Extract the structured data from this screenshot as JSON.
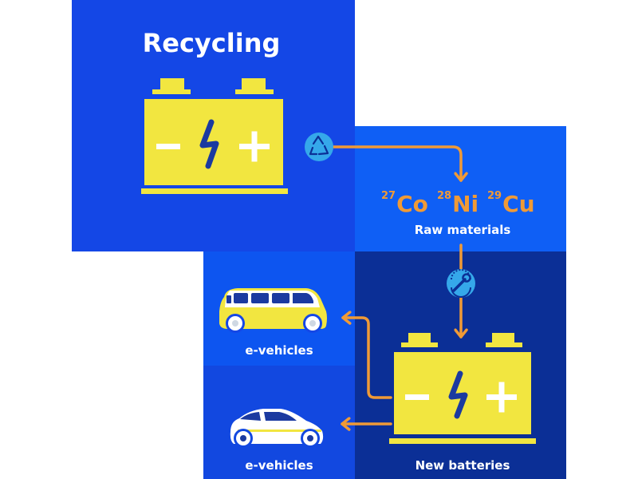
{
  "recycling": {
    "title": "Recycling"
  },
  "raw_materials": {
    "elements": [
      {
        "number": "27",
        "symbol": "Co"
      },
      {
        "number": "28",
        "symbol": "Ni"
      },
      {
        "number": "29",
        "symbol": "Cu"
      }
    ],
    "label": "Raw materials"
  },
  "outputs": {
    "van_label": "e-vehicles",
    "car_label": "e-vehicles",
    "batteries_label": "New batteries"
  },
  "colors": {
    "recycling_bg": "#1447e6",
    "raw_bg": "#0f5ff5",
    "dark_bg": "#0b2f96",
    "van_bg": "#0d55f0",
    "car_bg": "#1248e0",
    "battery": "#f2e640",
    "arrow": "#f09a36",
    "icon_circle": "#35a8ea"
  }
}
